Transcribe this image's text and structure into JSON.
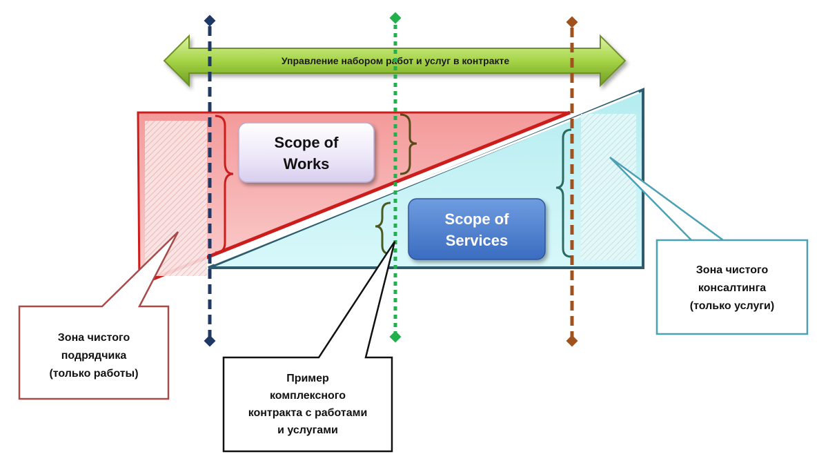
{
  "arrow": {
    "label": "Управление набором работ и услуг в контракте"
  },
  "boxes": {
    "works": {
      "line1": "Scope of",
      "line2": "Works"
    },
    "services": {
      "line1": "Scope of",
      "line2": "Services"
    }
  },
  "callouts": {
    "contractor": {
      "line1": "Зона чистого",
      "line2": "подрядчика",
      "line3": "(только работы)"
    },
    "complex": {
      "line1": "Пример",
      "line2": "комплексного",
      "line3": "контракта с работами",
      "line4": "и услугами"
    },
    "consulting": {
      "line1": "Зона чистого",
      "line2": "консалтинга",
      "line3": "(только услуги)"
    }
  },
  "colors": {
    "works_zone": "#f08c8c",
    "services_zone": "#bdf0f2",
    "arrow": "#9ccc3c",
    "line_blue": "#1f3864",
    "line_green": "#22b04c",
    "line_brown": "#a0521e",
    "contractor_callout": "#a84a4a",
    "consulting_callout": "#4aa0b4"
  }
}
